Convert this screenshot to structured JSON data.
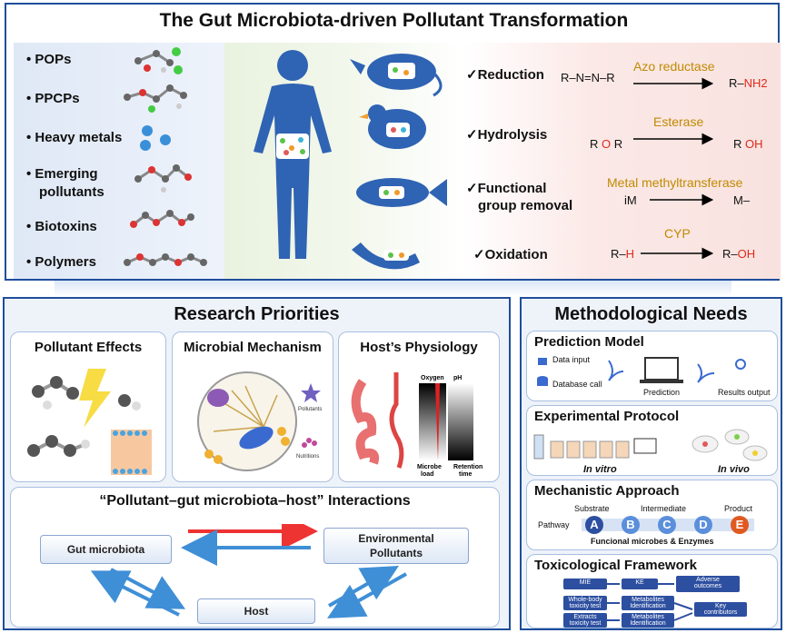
{
  "top": {
    "title": "The Gut Microbiota-driven Pollutant Transformation",
    "pollutants": [
      "POPs",
      "PPCPs",
      "Heavy metals",
      "Emerging",
      "pollutants",
      "Biotoxins",
      "Polymers"
    ],
    "reactions": [
      {
        "label": "✓Reduction",
        "enzyme": "Azo reductase",
        "substrate": "R–N=N–R",
        "product_r": "R–",
        "product_x": "NH2"
      },
      {
        "label": "✓Hydrolysis",
        "enzyme": "Esterase",
        "substrate_r": "R",
        "substrate_o": "O",
        "substrate_r2": "R",
        "product_r": "R",
        "product_x": "OH"
      },
      {
        "label1": "✓Functional",
        "label2": "group removal",
        "enzyme": "Metal methyltransferase",
        "substrate": "iM",
        "product": "M–"
      },
      {
        "label": "✓Oxidation",
        "enzyme": "CYP",
        "substrate_r": "R–",
        "substrate_x": "H",
        "product_r": "R–",
        "product_x": "OH"
      }
    ]
  },
  "research": {
    "title": "Research Priorities",
    "cards": [
      "Pollutant Effects",
      "Microbial Mechanism",
      "Host’s Physiology"
    ],
    "micro_labels": {
      "pollutants": "Pollutants",
      "nutrients": "Nutritions"
    },
    "physio_labels": {
      "oxygen": "Oxygen",
      "ph": "pH",
      "microbe1": "Microbe",
      "microbe2": "load",
      "retention1": "Retention",
      "retention2": "time"
    },
    "interactions": {
      "title": "“Pollutant–gut microbiota–host” Interactions",
      "gut": "Gut microbiota",
      "env1": "Environmental",
      "env2": "Pollutants",
      "host": "Host"
    }
  },
  "methods": {
    "title": "Methodological Needs",
    "prediction": {
      "title": "Prediction Model",
      "data_input": "Data input",
      "database": "Database call",
      "prediction": "Prediction",
      "results": "Results output"
    },
    "experimental": {
      "title": "Experimental Protocol",
      "in_vitro": "In vitro",
      "in_vivo": "In vivo"
    },
    "mechanistic": {
      "title": "Mechanistic Approach",
      "substrate": "Substrate",
      "intermediate": "Intermediate",
      "product": "Product",
      "pathway": "Pathway",
      "steps": [
        "A",
        "B",
        "C",
        "D",
        "E"
      ],
      "footer": "Funcional microbes & Enzymes"
    },
    "toxicological": {
      "title": "Toxicological Framework",
      "mie": "MIE",
      "ke": "KE",
      "adverse1": "Adverse",
      "adverse2": "outcomes",
      "whole1": "Whole-body",
      "whole2": "toxicity test",
      "met1": "Metabolites",
      "met2": "Identification",
      "key1": "Key",
      "key2": "contributors",
      "extr1": "Extracts",
      "extr2": "toxicity test",
      "met3": "Metabolites",
      "met4": "Identification"
    }
  },
  "colors": {
    "border": "#1f4e9c",
    "enzyme": "#c08a00",
    "red": "#e0281a",
    "blue_circle": "#2d4fa0",
    "orange_circle": "#e05a20"
  }
}
